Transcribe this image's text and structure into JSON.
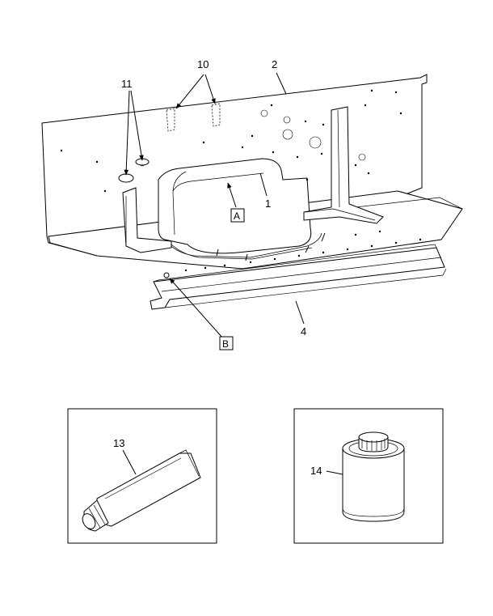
{
  "callouts": {
    "c1": "1",
    "c2": "2",
    "c4": "4",
    "c10": "10",
    "c11": "11",
    "c13": "13",
    "c14": "14"
  },
  "boxes": {
    "a": "A",
    "b": "B"
  }
}
